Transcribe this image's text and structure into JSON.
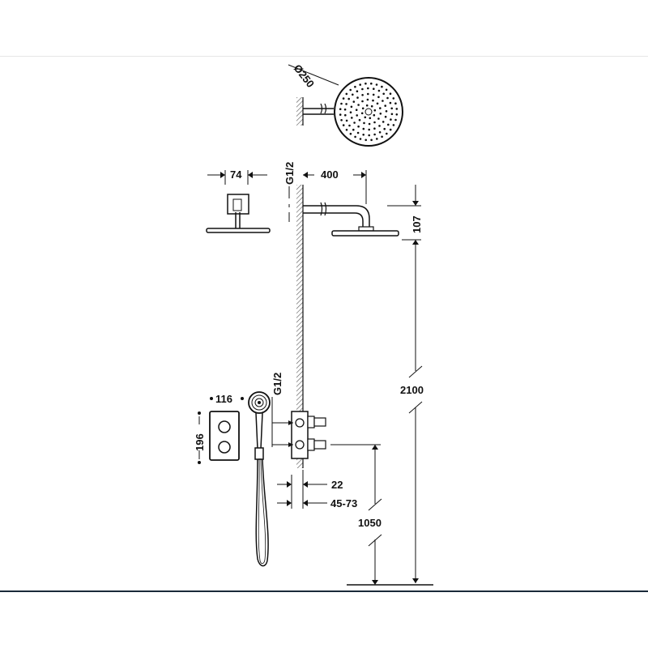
{
  "dimensions": {
    "head_diameter": "Ø250",
    "arm_length": "400",
    "head_height": "107",
    "top_connection": "G1/2",
    "side_view_width": "74",
    "overall_height": "2100",
    "handset_connection": "G1/2",
    "plate_width": "116",
    "plate_height": "196",
    "body_depth": "22",
    "wall_depth_range": "45-73",
    "valve_height": "1050"
  },
  "colors": {
    "line": "#111111",
    "hatch": "#555555",
    "floor": "#1a2a3a"
  }
}
